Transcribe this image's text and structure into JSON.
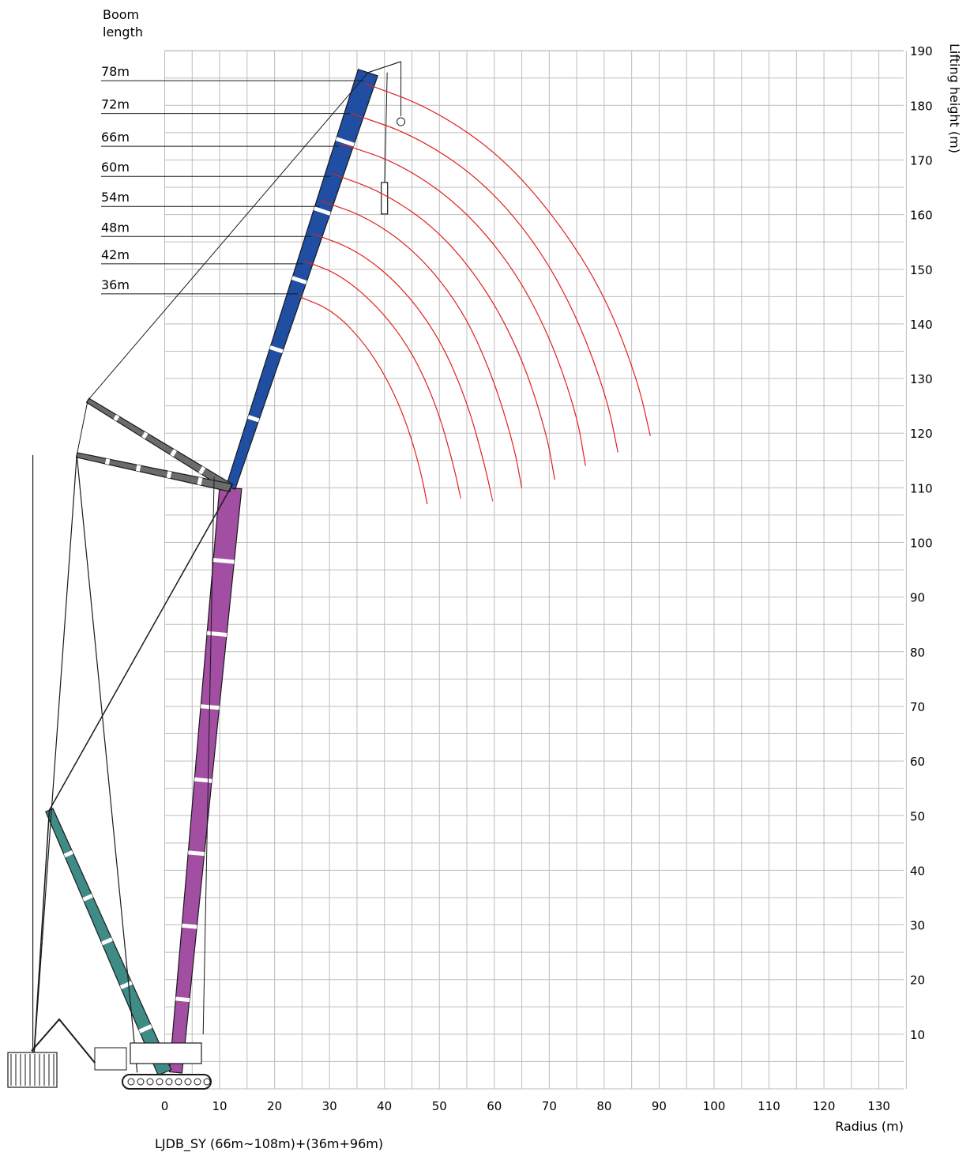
{
  "chart_data": {
    "type": "line",
    "title": "",
    "boom_header": "Boom\nlength",
    "xlabel": "Radius (m)",
    "ylabel": "Lifting height (m)",
    "caption": "LJDB_SY (66m~108m)+(36m+96m)",
    "xlim": [
      -6,
      134
    ],
    "ylim": [
      0,
      191
    ],
    "x_ticks": [
      0,
      10,
      20,
      30,
      40,
      50,
      60,
      70,
      80,
      90,
      100,
      110,
      120,
      130
    ],
    "y_ticks": [
      10,
      20,
      30,
      40,
      50,
      60,
      70,
      80,
      90,
      100,
      110,
      120,
      130,
      140,
      150,
      160,
      170,
      180,
      190
    ],
    "grid": true,
    "colors": {
      "arc": "#e0201f",
      "jib": "#1f4ea3",
      "main_boom": "#a24ea2",
      "mast": "#3f8b86",
      "ink": "#1a1a1a",
      "grid": "#bdbdbd"
    },
    "crane_geometry": {
      "boom_foot": [
        2,
        3
      ],
      "boom_head": [
        12,
        110
      ],
      "jib_tip": [
        37,
        186
      ],
      "mast_top": [
        -21,
        51
      ],
      "strut_upper_tip": [
        -14,
        126
      ],
      "strut_lower_tip": [
        -16,
        116
      ],
      "hook_block": [
        40,
        163
      ]
    },
    "series": [
      {
        "name": "36m",
        "label_y": 145.5,
        "x": [
          24.5,
          30.5,
          36.0,
          40.5,
          44.0,
          46.5,
          47.8
        ],
        "y": [
          145.0,
          142.5,
          137.0,
          130.0,
          122.0,
          113.5,
          107.0
        ]
      },
      {
        "name": "42m",
        "label_y": 151.0,
        "x": [
          25.5,
          32.0,
          39.0,
          45.0,
          49.5,
          52.5,
          53.9
        ],
        "y": [
          151.5,
          149.0,
          143.0,
          135.0,
          125.0,
          114.5,
          108.0
        ]
      },
      {
        "name": "48m",
        "label_y": 156.0,
        "x": [
          27.0,
          35.0,
          43.0,
          50.0,
          55.0,
          58.3,
          59.7
        ],
        "y": [
          156.5,
          153.5,
          147.0,
          137.5,
          126.0,
          114.0,
          107.5
        ]
      },
      {
        "name": "54m",
        "label_y": 161.5,
        "x": [
          28.5,
          37.0,
          46.0,
          54.0,
          59.5,
          63.5,
          65.0
        ],
        "y": [
          162.5,
          159.5,
          153.0,
          143.0,
          131.0,
          118.0,
          110.0
        ]
      },
      {
        "name": "60m",
        "label_y": 167.0,
        "x": [
          30.5,
          40.0,
          50.0,
          58.5,
          65.0,
          69.5,
          71.0
        ],
        "y": [
          167.5,
          164.0,
          157.0,
          146.5,
          134.0,
          120.0,
          111.5
        ]
      },
      {
        "name": "66m",
        "label_y": 172.5,
        "x": [
          32.0,
          42.5,
          53.5,
          63.0,
          70.0,
          75.0,
          76.6
        ],
        "y": [
          173.0,
          169.5,
          162.0,
          151.0,
          138.0,
          123.5,
          114.0
        ]
      },
      {
        "name": "72m",
        "label_y": 178.5,
        "x": [
          34.0,
          45.5,
          57.5,
          67.5,
          75.0,
          80.5,
          82.5
        ],
        "y": [
          178.5,
          174.5,
          166.5,
          155.0,
          141.5,
          126.5,
          116.5
        ]
      },
      {
        "name": "78m",
        "label_y": 184.5,
        "x": [
          36.5,
          48.5,
          61.0,
          71.5,
          80.0,
          86.0,
          88.4
        ],
        "y": [
          184.0,
          179.5,
          171.0,
          159.0,
          145.5,
          130.0,
          119.5
        ]
      }
    ]
  }
}
